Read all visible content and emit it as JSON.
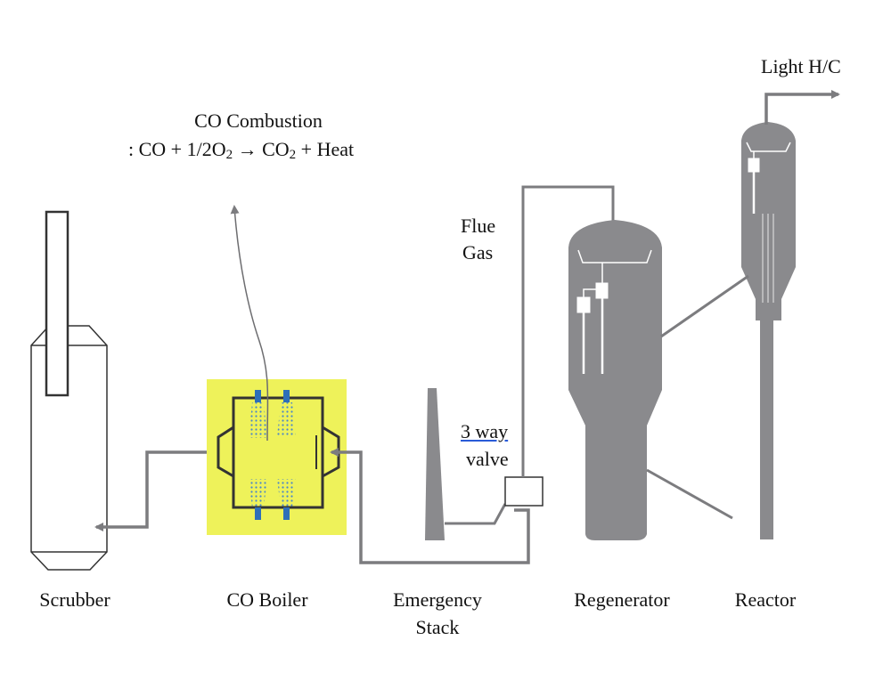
{
  "labels": {
    "combustion_title": "CO Combustion",
    "combustion_eq_prefix": ": CO + 1/2O",
    "combustion_eq_sub1": "2",
    "combustion_eq_arrow": "→",
    "combustion_eq_mid": " CO",
    "combustion_eq_sub2": "2",
    "combustion_eq_suffix": " + Heat",
    "light_hc": "Light H/C",
    "flue_line1": "Flue",
    "flue_line2": "Gas",
    "valve_line1": "3 way",
    "valve_line2": "valve",
    "scrubber": "Scrubber",
    "co_boiler": "CO Boiler",
    "emergency_line1": "Emergency",
    "emergency_line2": "Stack",
    "regenerator": "Regenerator",
    "reactor": "Reactor"
  },
  "colors": {
    "vessel": "#8a8a8d",
    "pipe": "#7c7c7f",
    "boiler_highlight": "#eef25a",
    "burner": "#2e6fb8",
    "flame_dots": "#4a86c8",
    "outline": "#333333"
  }
}
